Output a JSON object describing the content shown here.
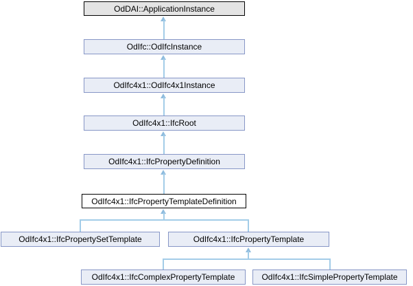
{
  "diagram": {
    "kind": "class-inheritance-graph",
    "colors": {
      "background": "#ffffff",
      "linked_node_fill": "#e9edf6",
      "linked_node_border": "#8696c6",
      "external_node_fill": "#e4e4e4",
      "current_node_fill": "#ffffff",
      "current_node_border": "#000000",
      "edge_line": "#a2cce8",
      "edge_arrowhead": "#8fbcde",
      "text": "#000000"
    },
    "nodes": [
      {
        "label": "OdDAI::ApplicationInstance",
        "variant": "external"
      },
      {
        "label": "OdIfc::OdIfcInstance",
        "variant": "linked"
      },
      {
        "label": "OdIfc4x1::OdIfc4x1Instance",
        "variant": "linked"
      },
      {
        "label": "OdIfc4x1::IfcRoot",
        "variant": "linked"
      },
      {
        "label": "OdIfc4x1::IfcPropertyDefinition",
        "variant": "linked"
      },
      {
        "label": "OdIfc4x1::IfcPropertyTemplateDefinition",
        "variant": "current"
      },
      {
        "label": "OdIfc4x1::IfcPropertySetTemplate",
        "variant": "linked"
      },
      {
        "label": "OdIfc4x1::IfcPropertyTemplate",
        "variant": "linked"
      },
      {
        "label": "OdIfc4x1::IfcComplexPropertyTemplate",
        "variant": "linked"
      },
      {
        "label": "OdIfc4x1::IfcSimplePropertyTemplate",
        "variant": "linked"
      }
    ],
    "edges": [
      {
        "derived": "OdIfc::OdIfcInstance",
        "base": "OdDAI::ApplicationInstance"
      },
      {
        "derived": "OdIfc4x1::OdIfc4x1Instance",
        "base": "OdIfc::OdIfcInstance"
      },
      {
        "derived": "OdIfc4x1::IfcRoot",
        "base": "OdIfc4x1::OdIfc4x1Instance"
      },
      {
        "derived": "OdIfc4x1::IfcPropertyDefinition",
        "base": "OdIfc4x1::IfcRoot"
      },
      {
        "derived": "OdIfc4x1::IfcPropertyTemplateDefinition",
        "base": "OdIfc4x1::IfcPropertyDefinition"
      },
      {
        "derived": "OdIfc4x1::IfcPropertySetTemplate",
        "base": "OdIfc4x1::IfcPropertyTemplateDefinition"
      },
      {
        "derived": "OdIfc4x1::IfcPropertyTemplate",
        "base": "OdIfc4x1::IfcPropertyTemplateDefinition"
      },
      {
        "derived": "OdIfc4x1::IfcComplexPropertyTemplate",
        "base": "OdIfc4x1::IfcPropertyTemplate"
      },
      {
        "derived": "OdIfc4x1::IfcSimplePropertyTemplate",
        "base": "OdIfc4x1::IfcPropertyTemplate"
      }
    ]
  }
}
